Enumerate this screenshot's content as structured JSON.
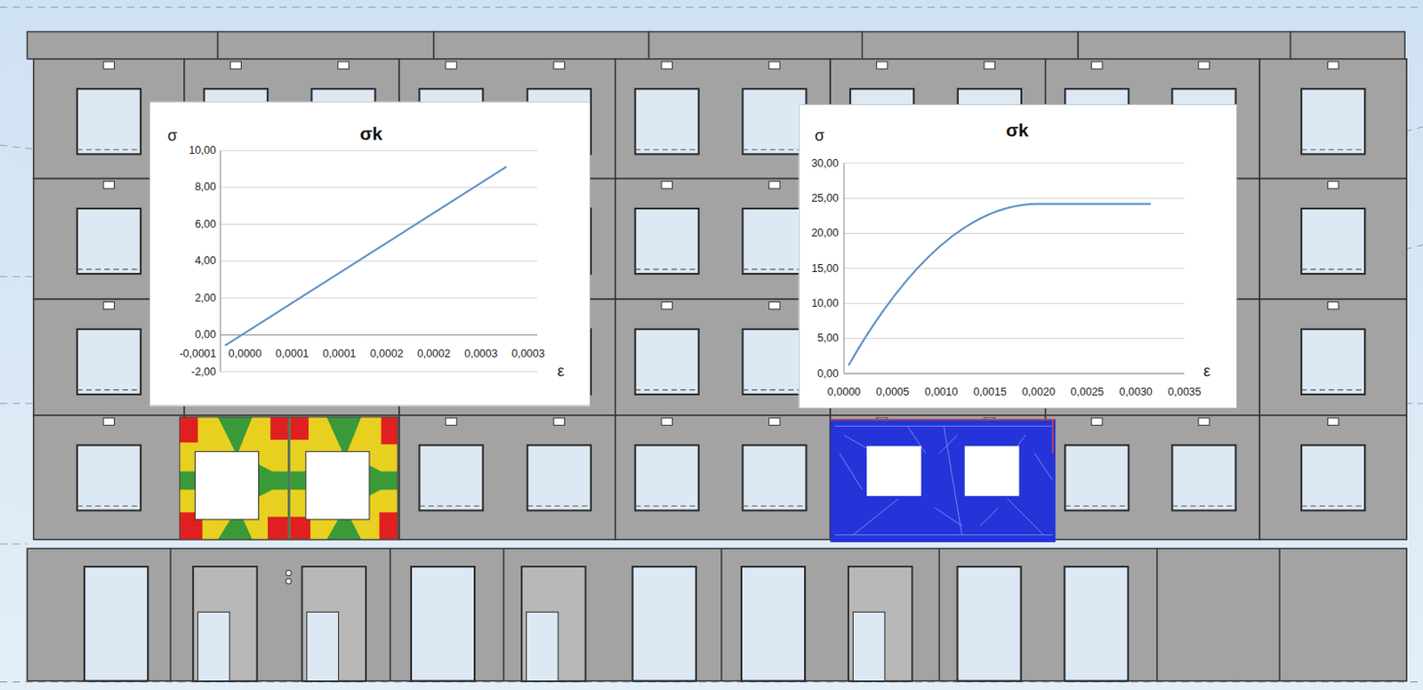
{
  "diagram": {
    "nodes": [
      {
        "text": [
          "σk"
        ]
      },
      {
        "text": [
          "σk"
        ]
      }
    ],
    "labels": [
      "σ",
      "10,00",
      "8,00",
      "6,00",
      "4,00",
      "2,00",
      "0,00",
      "-2,00",
      "-0,0001",
      "0,0000",
      "0,0001",
      "0,0001",
      "0,0002",
      "0,0002",
      "0,0003",
      "0,0003",
      "ε",
      "σ",
      "30,00",
      "25,00",
      "20,00",
      "15,00",
      "10,00",
      "5,00",
      "0,00",
      "0,0000",
      "0,0005",
      "0,0010",
      "0,0015",
      "0,0020",
      "0,0025",
      "0,0030",
      "0,0035",
      "ε"
    ]
  }
}
